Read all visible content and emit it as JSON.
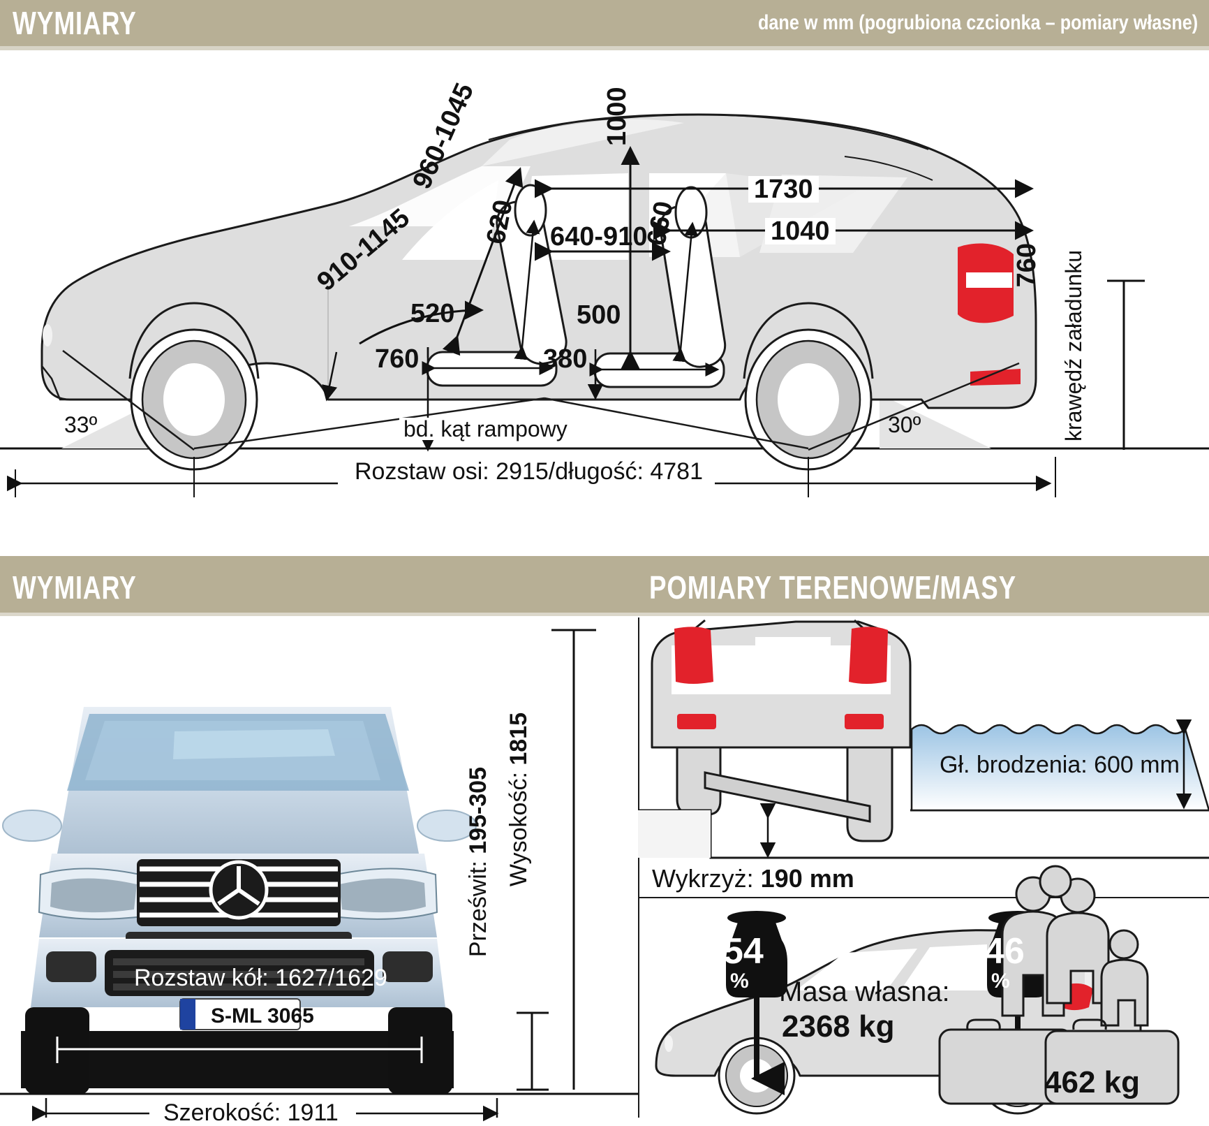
{
  "headers": {
    "bar1_title": "WYMIARY",
    "bar1_note": "dane w mm (pogrubiona czcionka – pomiary własne)",
    "bar2_title_left": "WYMIARY",
    "bar2_title_right": "POMIARY TERENOWE/MASY",
    "accent_color": "#b7af95"
  },
  "side_view": {
    "front_headroom": "960-1045",
    "front_seat_height": "620",
    "front_legroom_diag": "910-1145",
    "front_cushion_depth": "520",
    "front_seat_h_floor": "760",
    "rear_headroom": "1000",
    "knee_room": "640-910",
    "rear_seat_height": "660",
    "rear_cushion_depth": "500",
    "rear_seat_h_floor": "380",
    "boot_depth_upper": "1730",
    "boot_depth_lower": "1040",
    "approach_angle": "33º",
    "departure_angle": "30º",
    "ramp_angle_label": "bd. kąt rampowy",
    "loading_edge_value": "760",
    "loading_edge_label": "krawędź załadunku",
    "wheelbase_length": "Rozstaw osi: 2915/długość: 4781"
  },
  "front_view": {
    "ground_clearance_prefix": "Prześwit: ",
    "ground_clearance_value": "195-305",
    "height_prefix": "Wysokość: ",
    "height_value": "1815",
    "track_label": "Rozstaw kół: 1627/1629",
    "width_label": "Szerokość: 1911",
    "plate_text": "S-ML 3065"
  },
  "terrain": {
    "wading_label": "Gł. brodzenia: 600 mm",
    "articulation_prefix": "Wykrzyż: ",
    "articulation_value": "190 mm"
  },
  "masses": {
    "front_axle_pct": "54",
    "rear_axle_pct": "46",
    "percent_sign": "%",
    "kerb_weight_label": "Masa własna:",
    "kerb_weight_value": "2368 kg",
    "payload_value": "462 kg"
  },
  "colors": {
    "body_fill": "#dedede",
    "glass_fill": "#ffffff",
    "tail_light_red": "#e2222b",
    "water_blue": "#a8c8e4",
    "tyre_grey": "#c6c6c6"
  }
}
